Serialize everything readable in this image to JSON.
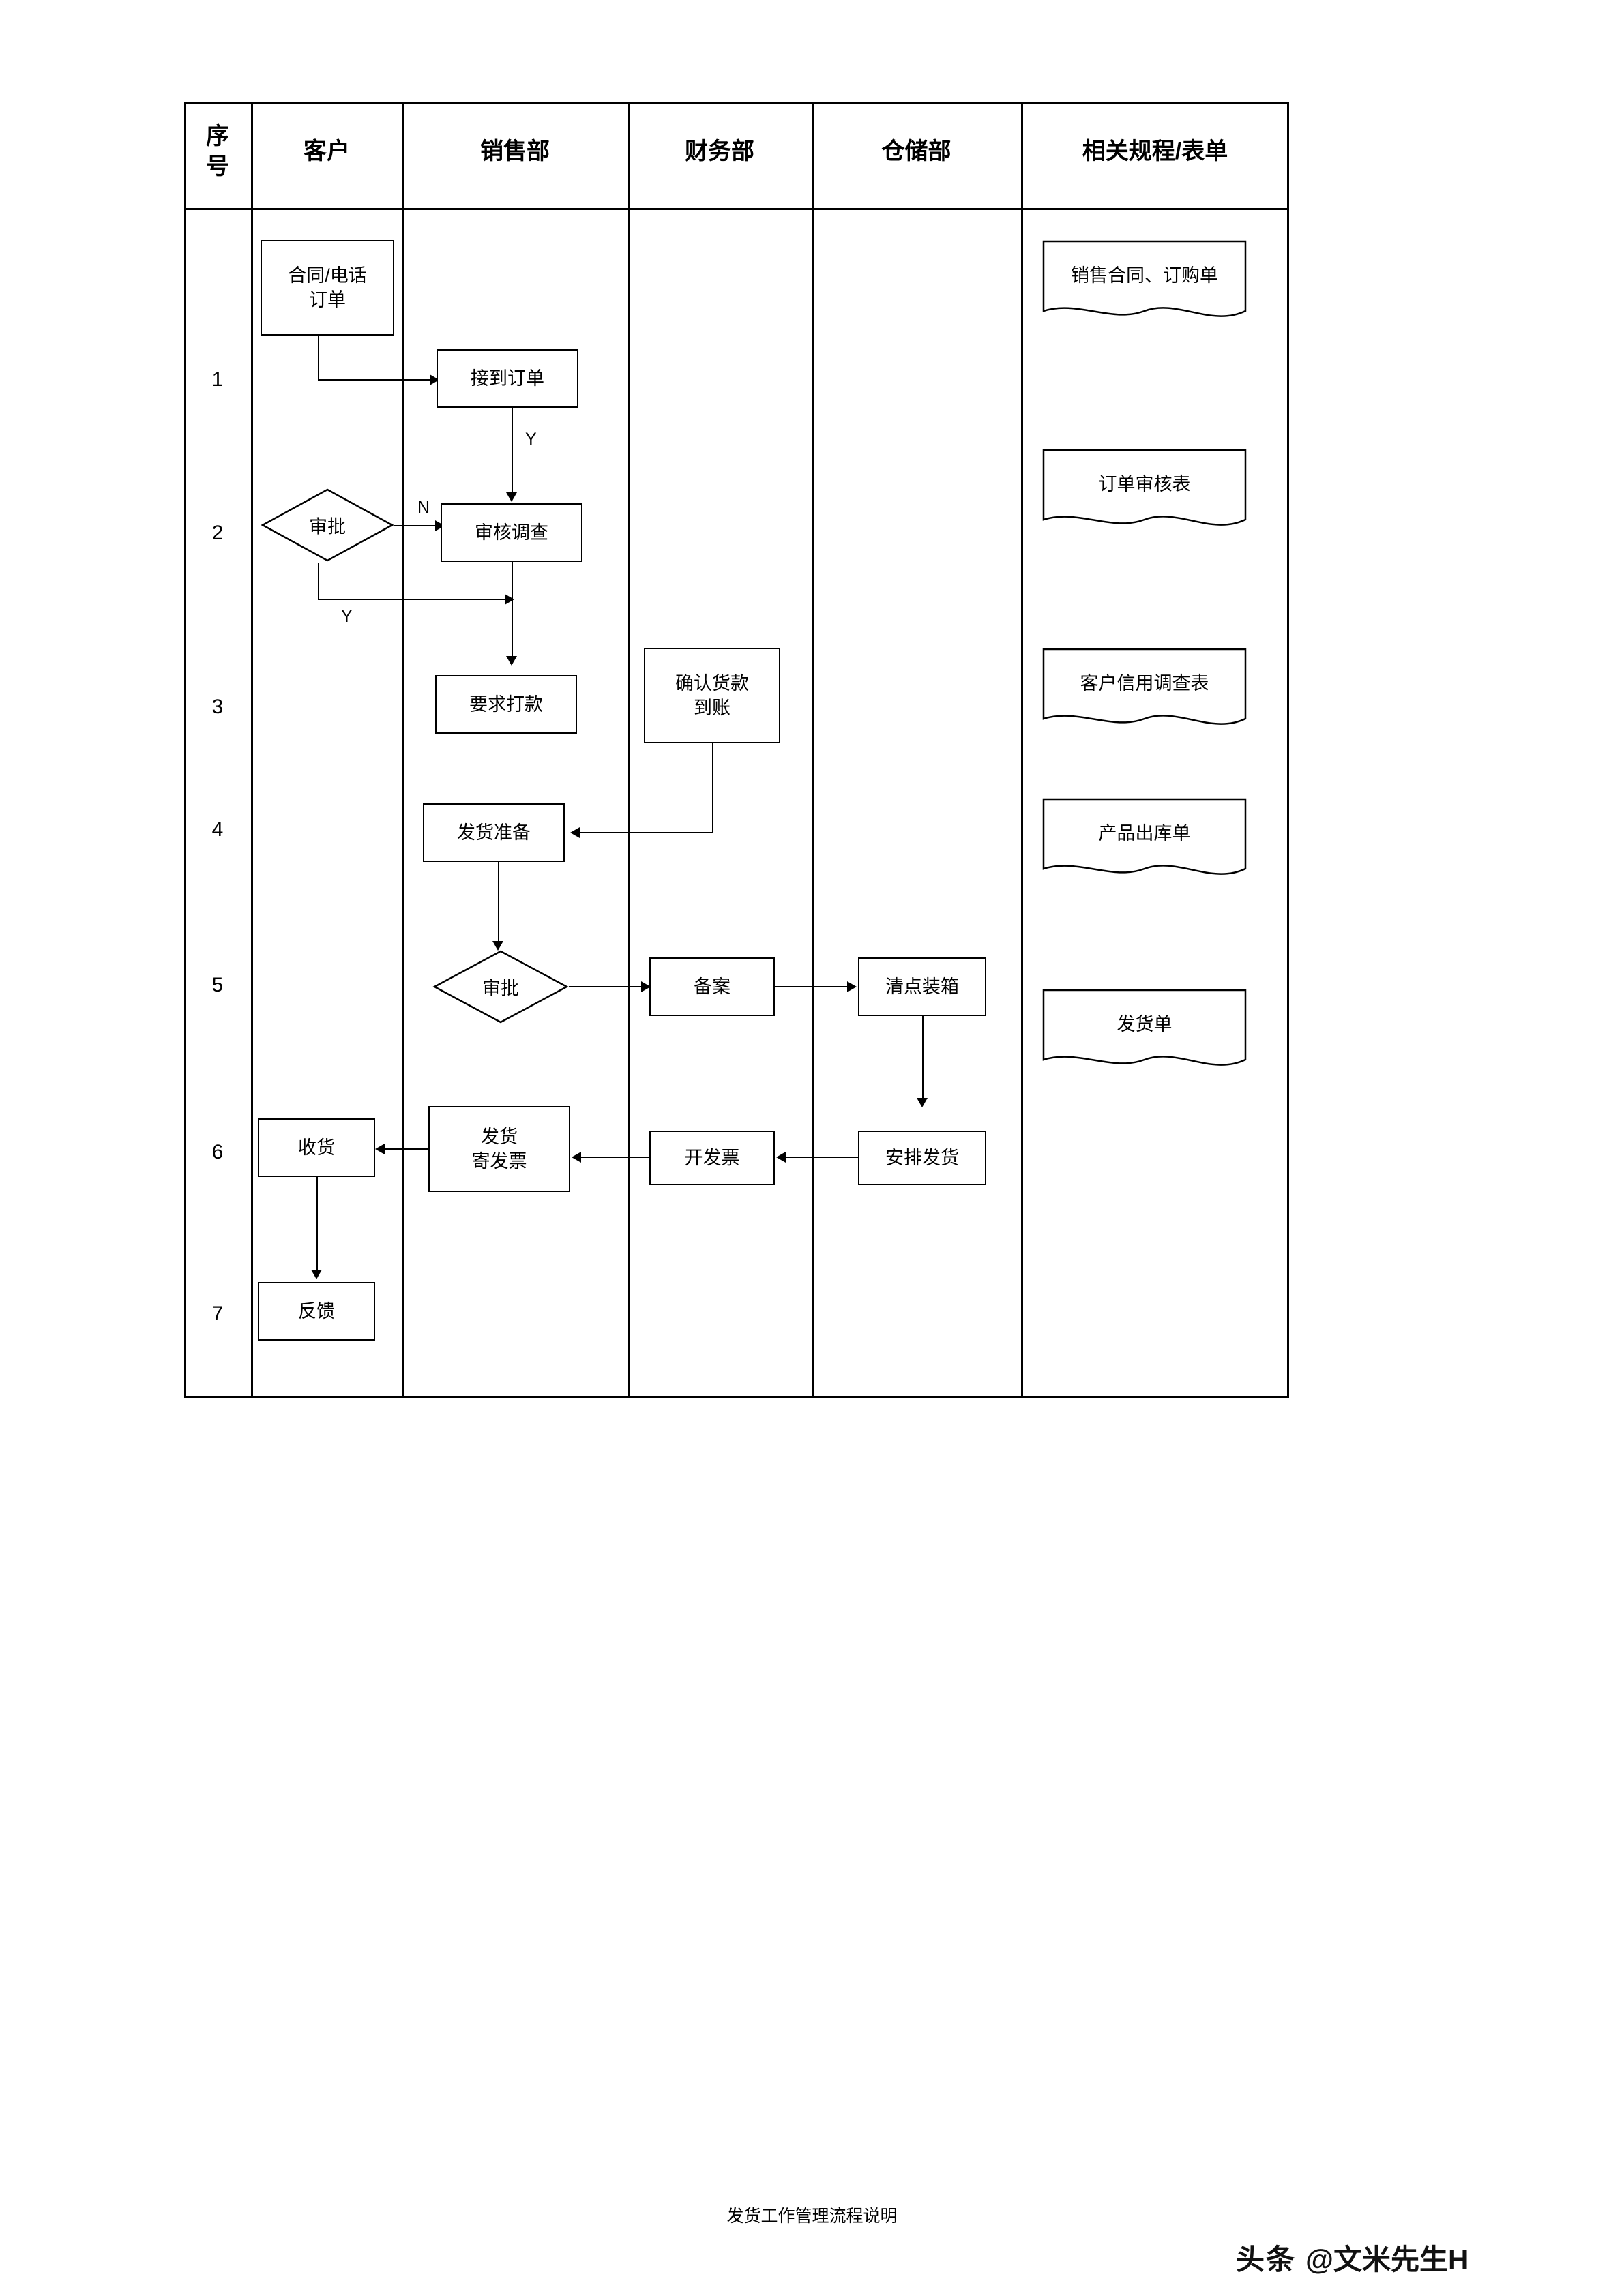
{
  "table": {
    "headers": [
      "序\n号",
      "客户",
      "销售部",
      "财务部",
      "仓储部",
      "相关规程/表单"
    ],
    "header_seq_line1": "序",
    "header_seq_line2": "号",
    "rows": [
      "1",
      "2",
      "3",
      "4",
      "5",
      "6",
      "7"
    ]
  },
  "nodes": {
    "contract_order_l1": "合同/电话",
    "contract_order_l2": "订单",
    "receive_order": "接到订单",
    "approve1": "审批",
    "review_investigate": "审核调查",
    "request_payment": "要求打款",
    "confirm_payment_l1": "确认货款",
    "confirm_payment_l2": "到账",
    "shipping_prep": "发货准备",
    "approve2": "审批",
    "record_file": "备案",
    "count_pack": "清点装箱",
    "arrange_ship": "安排发货",
    "issue_invoice": "开发票",
    "ship_send_invoice_l1": "发货",
    "ship_send_invoice_l2": "寄发票",
    "receive_goods": "收货",
    "feedback": "反馈"
  },
  "edge_labels": {
    "yes1": "Y",
    "no1": "N",
    "yes2": "Y"
  },
  "documents": [
    "销售合同、订购单",
    "订单审核表",
    "客户信用调查表",
    "产品出库单",
    "发货单"
  ],
  "caption": "发货工作管理流程说明",
  "watermark": {
    "logo_text": "头条",
    "handle": "@文米先生H"
  }
}
